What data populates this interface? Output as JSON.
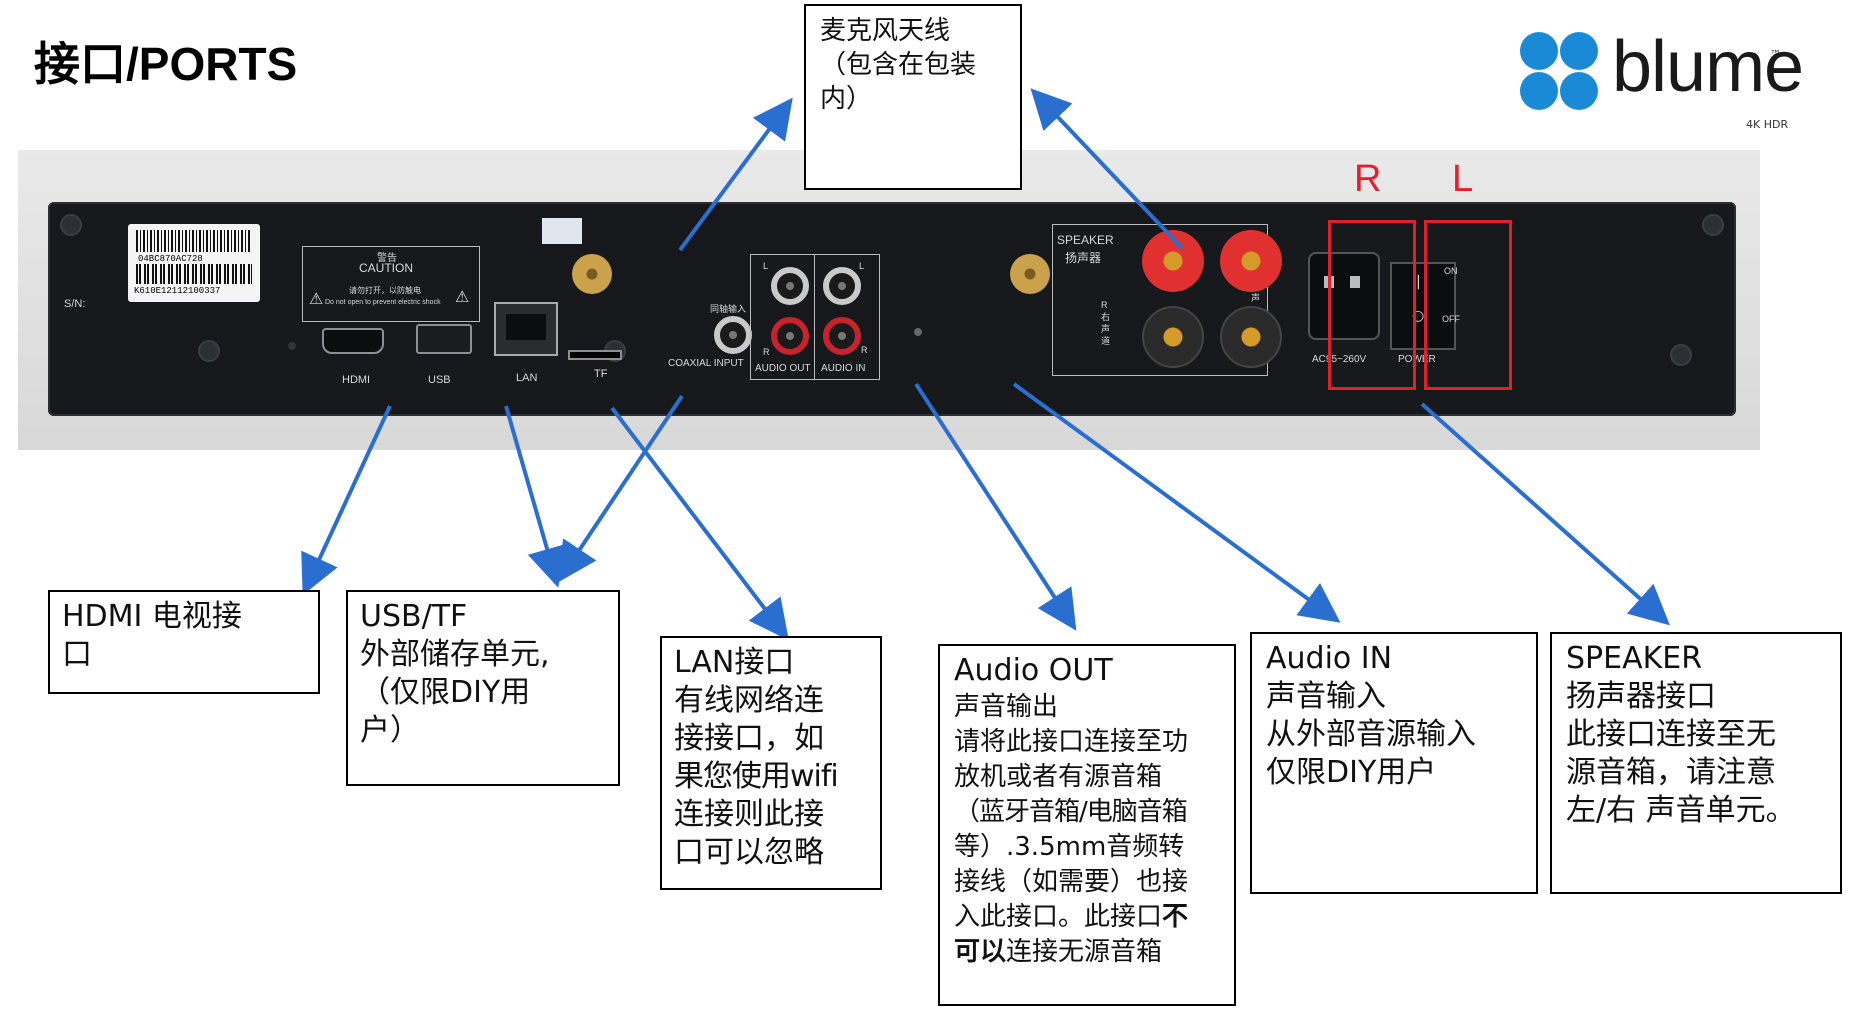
{
  "title": "接口/PORTS",
  "logo": {
    "word": "blume",
    "tm": "™",
    "sub": "4K HDR"
  },
  "device_labels": {
    "sn": "S/N:",
    "barcode_1": "04BC870AC728",
    "barcode_2": "K610E12112100337",
    "caution_1": "警告",
    "caution_2": "CAUTION",
    "caution_3": "请勿打开，以防触电",
    "caution_4": "Do not open to prevent electric shock",
    "hdmi": "HDMI",
    "usb": "USB",
    "lan": "LAN",
    "tf": "TF",
    "coaxial_cn": "同轴输入",
    "coaxial": "COAXIAL  INPUT",
    "audio_out": "AUDIO OUT",
    "audio_in": "AUDIO IN",
    "l": "L",
    "r": "R",
    "speaker": "SPEAKER",
    "speaker_cn": "扬声器",
    "right_ch": "R 右 声 道",
    "left_ch": "声",
    "ac": "AC95~260V",
    "power": "POWER",
    "on": "ON",
    "off": "OFF"
  },
  "rl_marks": {
    "r": "R",
    "l": "L"
  },
  "callouts": {
    "mic": {
      "lines": [
        "麦克风天线",
        "（包含在包装",
        "内）"
      ]
    },
    "hdmi": {
      "lines": [
        "HDMI 电视接",
        "口"
      ]
    },
    "usbtf": {
      "lines": [
        "USB/TF",
        "外部储存单元,",
        "（仅限DIY用",
        "户）"
      ]
    },
    "lan": {
      "lines": [
        "LAN接口",
        "有线网络连",
        "接接口，如",
        "果您使用wifi",
        "连接则此接",
        "口可以忽略"
      ]
    },
    "audio_out": {
      "heading": "Audio OUT",
      "lines": [
        "声音输出",
        "请将此接口连接至功",
        "放机或者有源音箱",
        "（蓝牙音箱/电脑音箱",
        "等）.3.5mm音频转",
        "接线（如需要）也接",
        "入此接口。此接口"
      ],
      "bold": "不",
      "last_bold": "可以",
      "last_rest": "连接无源音箱"
    },
    "audio_in": {
      "heading": "Audio IN",
      "lines": [
        "声音输入",
        "从外部音源输入",
        "仅限DIY用户"
      ]
    },
    "speaker": {
      "heading": "SPEAKER",
      "lines": [
        "扬声器接口",
        "此接口连接至无",
        "源音箱，请注意",
        "左/右 声音单元。"
      ]
    }
  },
  "colors": {
    "arrow": "#2a6fd0",
    "red_mark": "#e0202a",
    "logo": "#1a8ad6"
  }
}
